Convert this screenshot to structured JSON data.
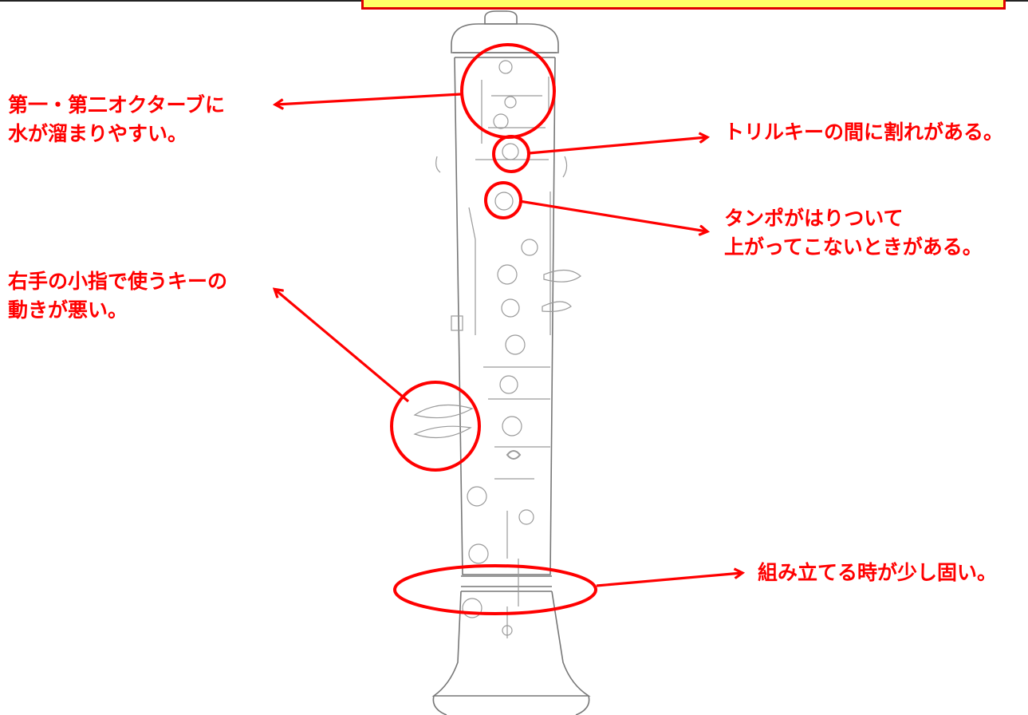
{
  "callouts": {
    "octave_water": {
      "lines": [
        "第一・第二オクターブに",
        "水が溜まりやすい。"
      ]
    },
    "trill_crack": {
      "lines": [
        "トリルキーの間に割れがある。"
      ]
    },
    "tampo_stick": {
      "lines": [
        "タンポがはりついて",
        "上がってこないときがある。"
      ]
    },
    "pinky_keys": {
      "lines": [
        "右手の小指で使うキーの",
        "動きが悪い。"
      ]
    },
    "assembly": {
      "lines": [
        "組み立てる時が少し固い。"
      ]
    }
  },
  "colors": {
    "annotation": "#ff0000",
    "instrument_outline": "#777777",
    "banner_fill": "#ffff66",
    "banner_border": "#e00000"
  }
}
